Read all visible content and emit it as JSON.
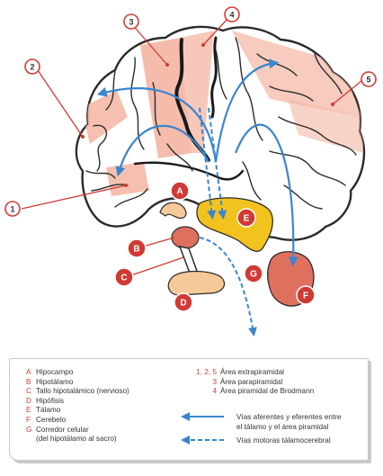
{
  "brain_areas": [
    "1",
    "2",
    "3",
    "4",
    "5"
  ],
  "structures": [
    "A",
    "B",
    "C",
    "D",
    "E",
    "F",
    "G"
  ],
  "legend": {
    "structures": [
      {
        "key": "A",
        "label": "Hipocampo"
      },
      {
        "key": "B",
        "label": "Hipotálamo"
      },
      {
        "key": "C",
        "label": "Tallo hipotalámico (nervioso)"
      },
      {
        "key": "D",
        "label": "Hipófisis"
      },
      {
        "key": "E",
        "label": "Tálamo"
      },
      {
        "key": "F",
        "label": "Cerebelo"
      },
      {
        "key": "G",
        "label": "Corredor celular"
      },
      {
        "key": "",
        "label": "(del hipotálamo al sacro)"
      }
    ],
    "areas": [
      {
        "key": "1, 2, 5",
        "label": "Área extrapiramidal"
      },
      {
        "key": "3",
        "label": "Área parapiramidal"
      },
      {
        "key": "4",
        "label": "Área piramidal de Brodmann"
      }
    ],
    "paths": {
      "afferent_line1": "Vías aferentes y eferentes entre",
      "afferent_line2": "el tálamo y el área piramidal",
      "motor": "Vías motoras tálamocerebral"
    }
  },
  "colors": {
    "marker_red": "#d13a34",
    "arrow_blue": "#3a86cf",
    "area_pink": "#f4b5a3",
    "thalamus_yellow": "#f2c21f",
    "hypophysis_peach": "#f6c99a",
    "cerebellum_red": "#e0705e"
  }
}
